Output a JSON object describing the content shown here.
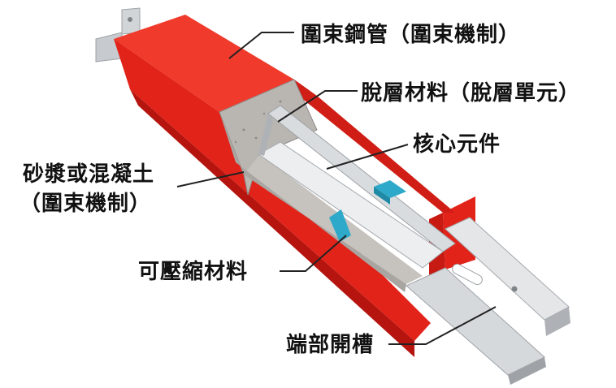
{
  "labels": {
    "confining_tube": "圍束鋼管（圍束機制）",
    "debonding_material": "脫層材料（脫層單元）",
    "core_element": "核心元件",
    "mortar_line1": "砂漿或混凝土",
    "mortar_line2": "（圍束機制）",
    "compressible_material": "可壓縮材料",
    "end_slot": "端部開槽"
  },
  "colors": {
    "tube_front": "#e2231a",
    "tube_top": "#f03a2c",
    "tube_dark": "#b5150e",
    "concrete": "#b9b6b2",
    "core_steel": "#d9dcdf",
    "steel_light": "#eceef0",
    "steel_dark": "#aeb2b6",
    "compressible": "#2ea9c9",
    "leader_line": "#222222",
    "text": "#111111"
  },
  "icons": [
    "bolt-hole-icon",
    "slot-icon"
  ]
}
